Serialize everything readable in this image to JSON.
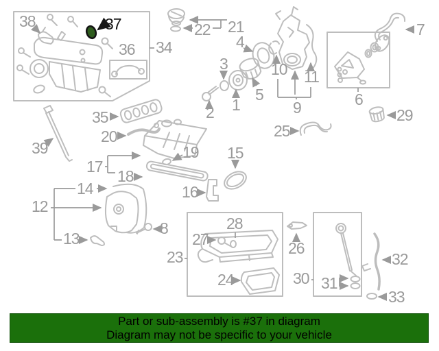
{
  "banner": {
    "line1": "Part or sub-assembly is #37 in diagram",
    "line2": "Diagram may not be specific to your vehicle",
    "bg_color": "#1b700b",
    "text_color": "#000000"
  },
  "diagram": {
    "highlighted_part": "37",
    "highlight_color": "#2e5c1e",
    "line_color": "#bdbdbd",
    "label_color": "#9a9a9a",
    "labels": {
      "p1": "1",
      "p2": "2",
      "p3": "3",
      "p4": "4",
      "p5": "5",
      "p6": "6",
      "p7": "7",
      "p8": "8",
      "p9": "9",
      "p10": "10",
      "p11": "11",
      "p12": "12",
      "p13": "13",
      "p14": "14",
      "p15": "15",
      "p16": "16",
      "p17": "17",
      "p18": "18",
      "p19": "19",
      "p20": "20",
      "p21": "21",
      "p22": "22",
      "p23": "23",
      "p24": "24",
      "p25": "25",
      "p26": "26",
      "p27": "27",
      "p28": "28",
      "p29": "29",
      "p30": "30",
      "p31": "31",
      "p32": "32",
      "p33": "33",
      "p34": "34",
      "p35": "35",
      "p36": "36",
      "p37": "37",
      "p38": "38",
      "p39": "39"
    }
  }
}
